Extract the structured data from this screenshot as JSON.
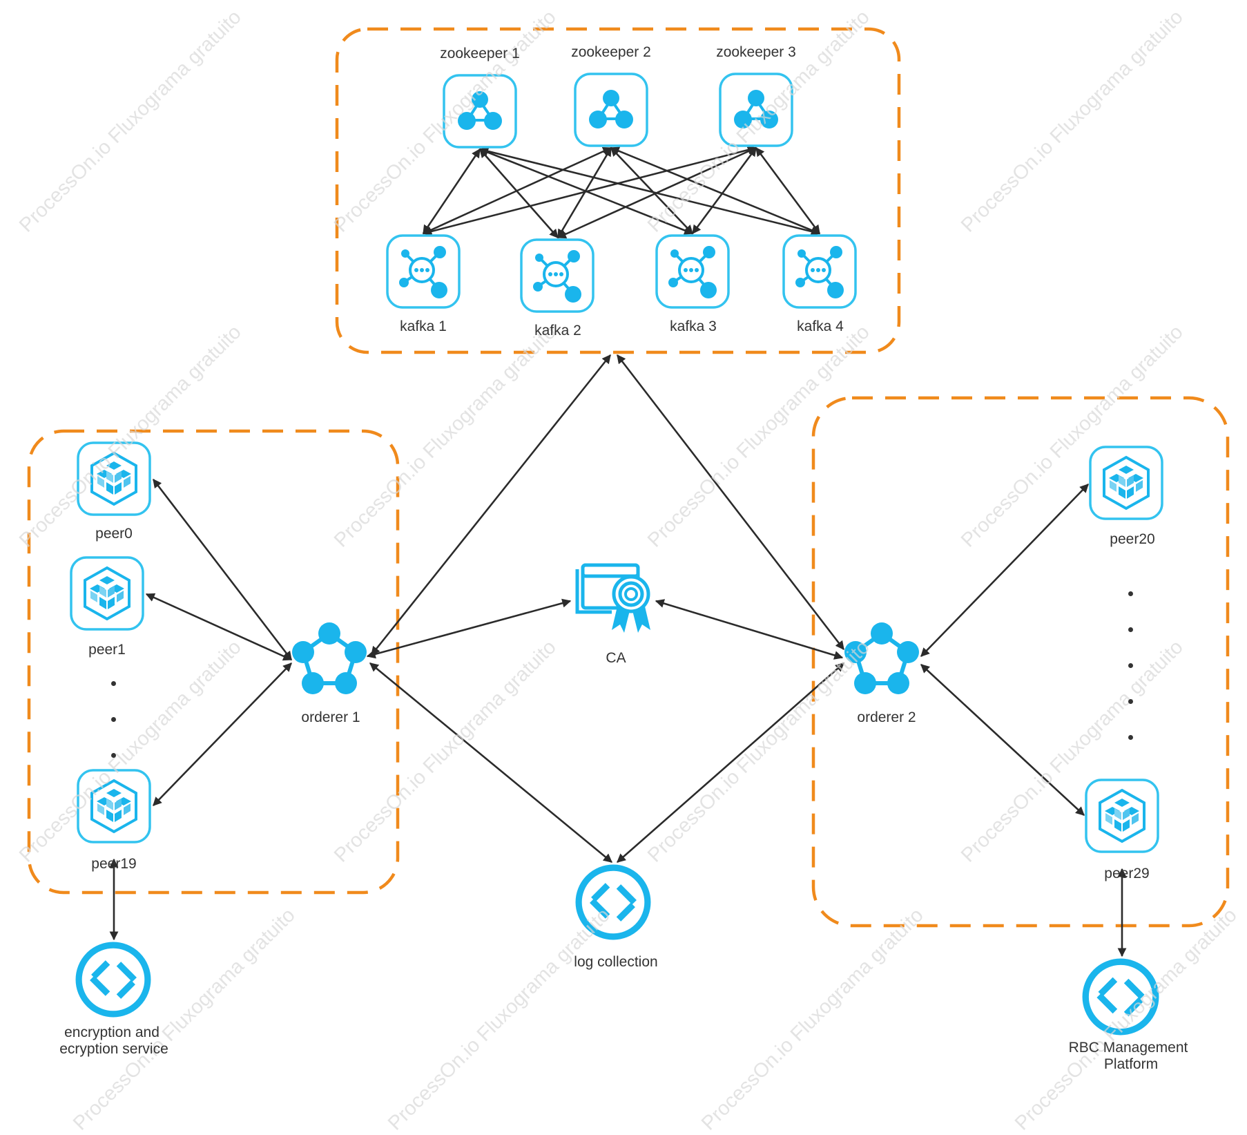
{
  "watermark": "ProcessOn.io Fluxograma gratuito",
  "colors": {
    "group_border": "#f08a1c",
    "icon": "#1ab5ec",
    "icon_tile_border": "#33c3ef",
    "edge": "#2b2b2b"
  },
  "groups": [
    "kafka-cluster",
    "org1-peers",
    "org2-peers"
  ],
  "nodes": {
    "zookeeper1": {
      "label": "zookeeper 1",
      "icon": "zookeeper-icon"
    },
    "zookeeper2": {
      "label": "zookeeper 2",
      "icon": "zookeeper-icon"
    },
    "zookeeper3": {
      "label": "zookeeper 3",
      "icon": "zookeeper-icon"
    },
    "kafka1": {
      "label": "kafka 1",
      "icon": "kafka-icon"
    },
    "kafka2": {
      "label": "kafka 2",
      "icon": "kafka-icon"
    },
    "kafka3": {
      "label": "kafka 3",
      "icon": "kafka-icon"
    },
    "kafka4": {
      "label": "kafka 4",
      "icon": "kafka-icon"
    },
    "peer0": {
      "label": "peer0",
      "icon": "peer-cube-icon"
    },
    "peer1": {
      "label": "peer1",
      "icon": "peer-cube-icon"
    },
    "peer19": {
      "label": "peer19",
      "icon": "peer-cube-icon"
    },
    "peer20": {
      "label": "peer20",
      "icon": "peer-cube-icon"
    },
    "peer29": {
      "label": "peer29",
      "icon": "peer-cube-icon"
    },
    "orderer1": {
      "label": "orderer 1",
      "icon": "orderer-pentagon-icon"
    },
    "orderer2": {
      "label": "orderer 2",
      "icon": "orderer-pentagon-icon"
    },
    "ca": {
      "label": "CA",
      "icon": "certificate-icon"
    },
    "log": {
      "label": "log  collection",
      "icon": "service-circle-icon"
    },
    "encryption": {
      "label1": "encryption  and",
      "label2": "ecryption  service",
      "icon": "service-circle-icon"
    },
    "rbc": {
      "label1": "RBC  Management",
      "label2": "Platform",
      "icon": "service-circle-icon"
    }
  },
  "edges": [
    [
      "zookeeper1",
      "kafka1"
    ],
    [
      "zookeeper1",
      "kafka2"
    ],
    [
      "zookeeper1",
      "kafka3"
    ],
    [
      "zookeeper1",
      "kafka4"
    ],
    [
      "zookeeper2",
      "kafka1"
    ],
    [
      "zookeeper2",
      "kafka2"
    ],
    [
      "zookeeper2",
      "kafka3"
    ],
    [
      "zookeeper2",
      "kafka4"
    ],
    [
      "zookeeper3",
      "kafka1"
    ],
    [
      "zookeeper3",
      "kafka2"
    ],
    [
      "zookeeper3",
      "kafka3"
    ],
    [
      "zookeeper3",
      "kafka4"
    ],
    [
      "orderer1",
      "kafka-cluster"
    ],
    [
      "orderer2",
      "kafka-cluster"
    ],
    [
      "orderer1",
      "ca"
    ],
    [
      "orderer2",
      "ca"
    ],
    [
      "orderer1",
      "log"
    ],
    [
      "orderer2",
      "log"
    ],
    [
      "orderer1",
      "peer0"
    ],
    [
      "orderer1",
      "peer1"
    ],
    [
      "orderer1",
      "peer19"
    ],
    [
      "orderer2",
      "peer20"
    ],
    [
      "orderer2",
      "peer29"
    ],
    [
      "peer19",
      "encryption"
    ],
    [
      "peer29",
      "rbc"
    ]
  ]
}
